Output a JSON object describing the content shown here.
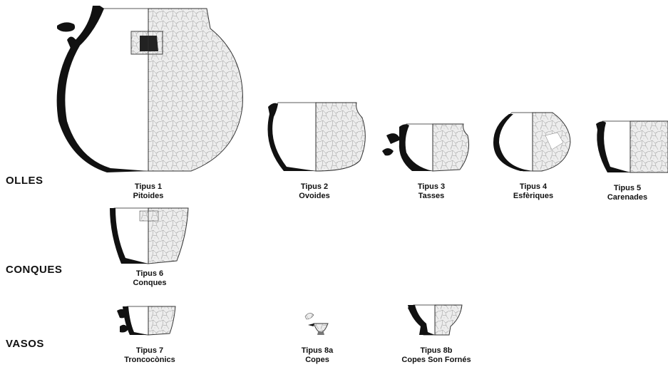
{
  "rows": [
    {
      "label": "OLLES"
    },
    {
      "label": "CONQUES"
    },
    {
      "label": "VASOS"
    }
  ],
  "types": [
    {
      "title": "Tipus 1",
      "name": "Pitoides"
    },
    {
      "title": "Tipus 2",
      "name": "Ovoides"
    },
    {
      "title": "Tipus 3",
      "name": "Tasses"
    },
    {
      "title": "Tipus 4",
      "name": "Esfèriques"
    },
    {
      "title": "Tipus 5",
      "name": "Carenades"
    },
    {
      "title": "Tipus 6",
      "name": "Conques"
    },
    {
      "title": "Tipus 7",
      "name": "Troncocònics"
    },
    {
      "title": "Tipus 8a",
      "name": "Copes"
    },
    {
      "title": "Tipus 8b",
      "name": "Copes Son Fornés"
    }
  ],
  "colors": {
    "profile": "#111111",
    "outline": "#333333",
    "texture": "#9a9a9a",
    "background": "#ffffff"
  }
}
